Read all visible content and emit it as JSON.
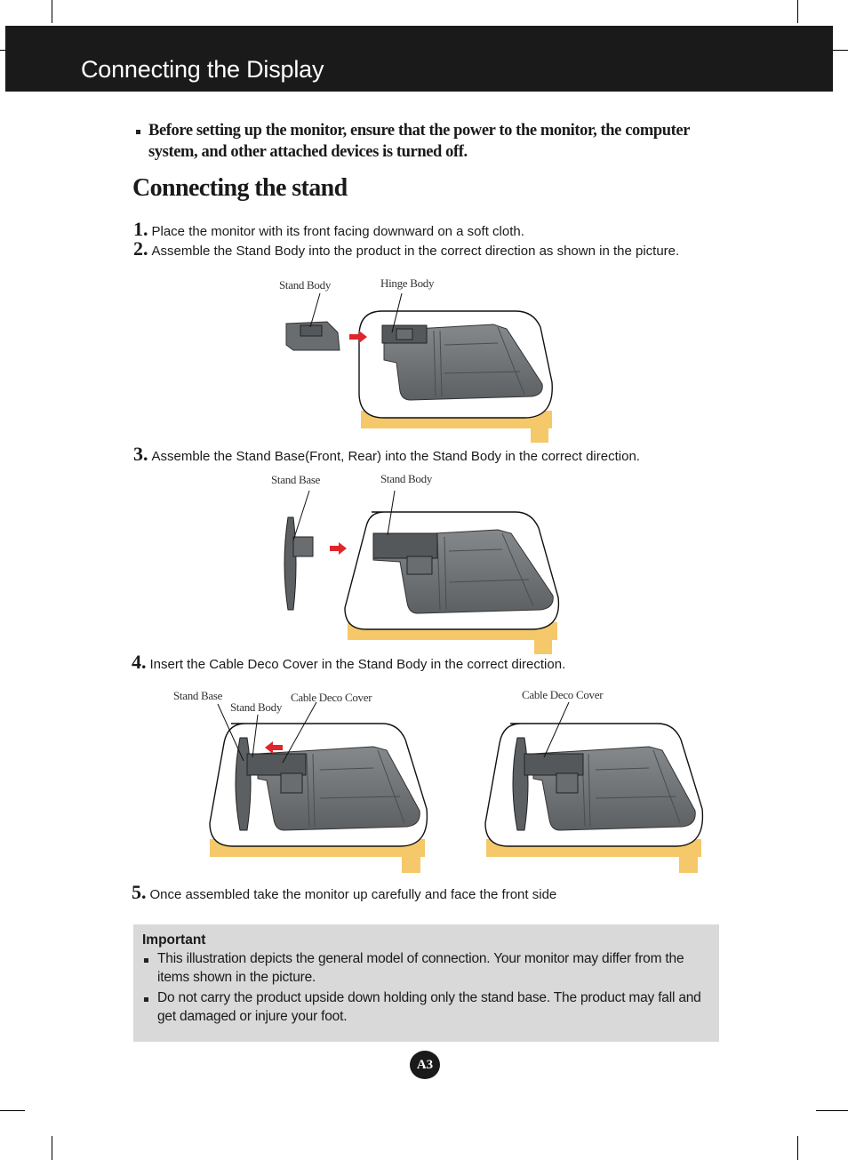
{
  "header": {
    "title": "Connecting the Display"
  },
  "precaution": "Before setting up the monitor, ensure that the power to the monitor, the computer system, and other attached devices is turned off.",
  "section_title": "Connecting the stand",
  "steps": [
    {
      "num": "1.",
      "text": "Place the monitor with its front facing downward on a soft cloth."
    },
    {
      "num": "2.",
      "text": "Assemble the Stand Body into the product in the correct direction as shown in the picture."
    },
    {
      "num": "3.",
      "text": "Assemble the Stand Base(Front, Rear) into the Stand Body in the correct direction."
    },
    {
      "num": "4.",
      "text": "Insert the Cable Deco Cover in the Stand Body in the correct direction."
    },
    {
      "num": "5.",
      "text": "Once assembled take the monitor up carefully and face the front side"
    }
  ],
  "labels": {
    "fig1_stand_body": "Stand Body",
    "fig1_hinge_body": "Hinge Body",
    "fig2_stand_base": "Stand Base",
    "fig2_stand_body": "Stand Body",
    "fig3_stand_base": "Stand Base",
    "fig3_stand_body": "Stand Body",
    "fig3_cable_deco_cover": "Cable Deco Cover",
    "fig4_cable_deco_cover": "Cable Deco Cover"
  },
  "important": {
    "heading": "Important",
    "items": [
      "This illustration depicts the general model of connection. Your monitor may differ from the items shown in the picture.",
      "Do not carry the product upside down holding only the stand base. The product may fall and get damaged or injure your foot."
    ]
  },
  "page_number": "A3",
  "colors": {
    "header_bg": "#1a1a1a",
    "cloth": "#f5c86a",
    "monitor": "#6f7274",
    "arrow": "#e0252b",
    "important_bg": "#d9d9d9"
  }
}
